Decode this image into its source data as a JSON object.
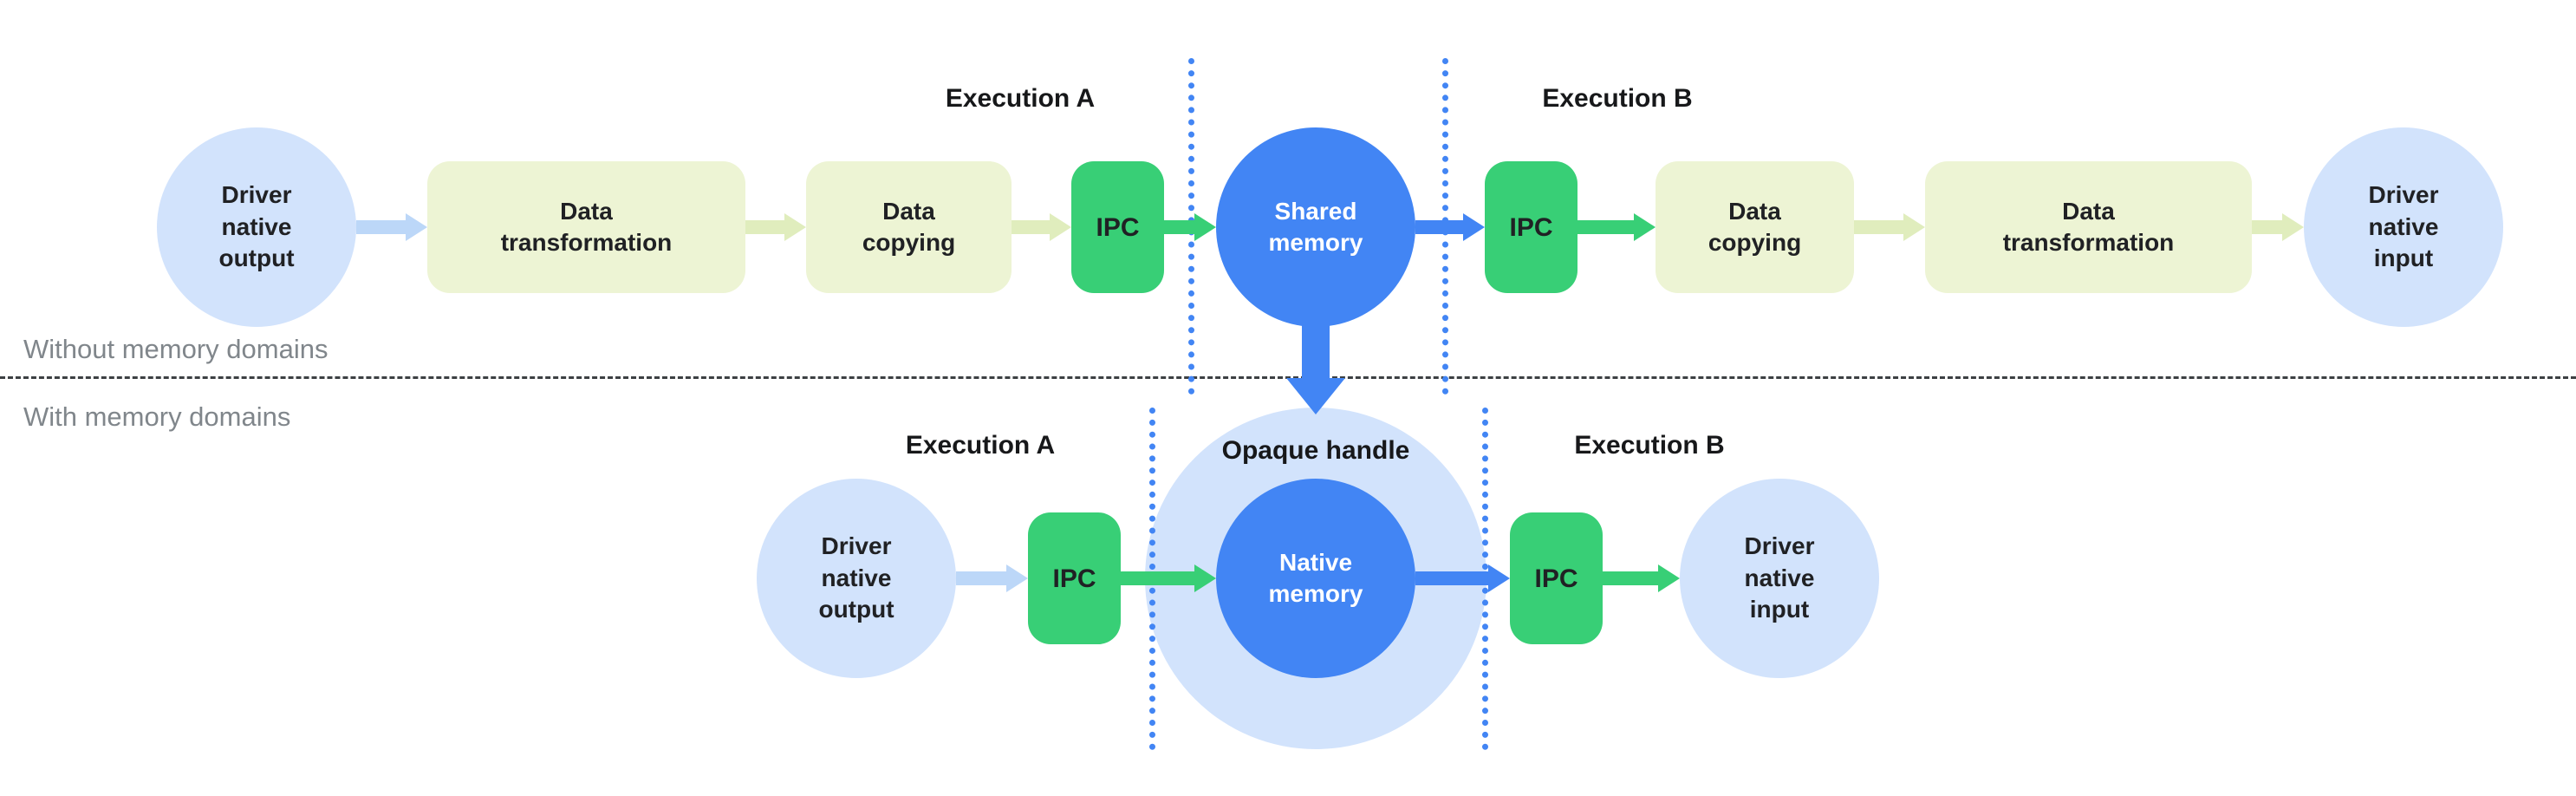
{
  "top": {
    "section_label": "Without memory domains",
    "execution_a_label": "Execution A",
    "execution_b_label": "Execution B",
    "driver_native_output": "Driver native output",
    "data_transformation_left": "Data transformation",
    "data_copying_left": "Data copying",
    "ipc_left": "IPC",
    "shared_memory": "Shared memory",
    "ipc_right": "IPC",
    "data_copying_right": "Data copying",
    "data_transformation_right": "Data transformation",
    "driver_native_input": "Driver native input"
  },
  "bottom": {
    "section_label": "With memory domains",
    "execution_a_label": "Execution A",
    "execution_b_label": "Execution B",
    "opaque_handle_label": "Opaque handle",
    "driver_native_output": "Driver native output",
    "ipc_left": "IPC",
    "native_memory": "Native memory",
    "ipc_right": "IPC",
    "driver_native_input": "Driver native input"
  },
  "colors": {
    "light_blue_node": "#d2e3fc",
    "blue_node": "#4285f4",
    "green_node": "#38cf76",
    "pale_green_node": "#edf4d4",
    "light_blue_arrow": "#bcd7f8",
    "pale_green_arrow": "#e0edbd",
    "green_arrow": "#38cf76",
    "blue_arrow": "#4285f4",
    "dotted_line": "#4285f4",
    "section_label_gray": "#80868b"
  }
}
